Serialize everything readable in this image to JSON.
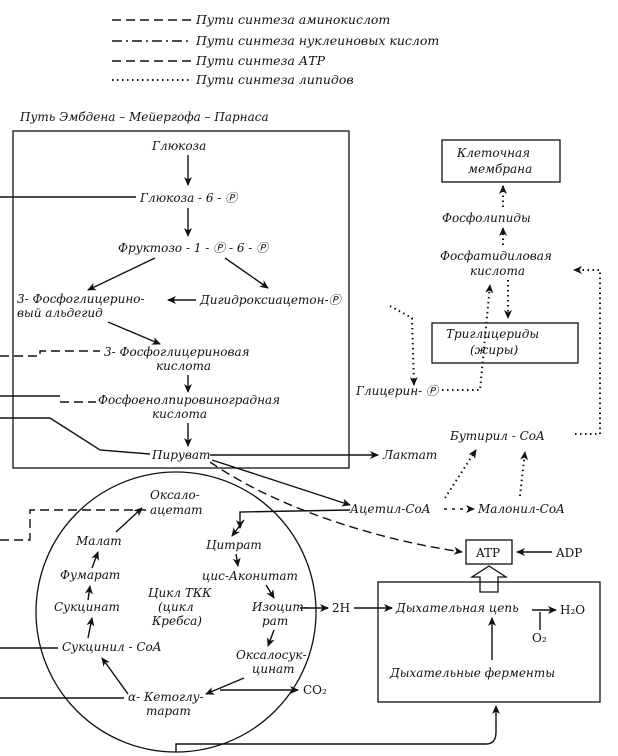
{
  "legend": [
    {
      "label": "Пути синтеза аминокислот"
    },
    {
      "label": "Пути синтеза нуклеиновых кислот"
    },
    {
      "label": "Пути синтеза АТР"
    },
    {
      "label": "Пути синтеза липидов"
    }
  ],
  "pathway_title": "Путь Эмбдена – Мейергофа – Парнаса",
  "glycolysis": {
    "glucose": "Глюкоза",
    "g6p": "Глюкоза - 6 - Ⓟ",
    "f16bp": "Фруктозо - 1 - Ⓟ - 6 - Ⓟ",
    "pga_aldehyde_1": "3- Фосфоглицерино-",
    "pga_aldehyde_2": "вый альдегид",
    "dhap": "Дигидроксиацетон-Ⓟ",
    "pga_acid_1": "3- Фосфоглицериновая",
    "pga_acid_2": "кислота",
    "pep_1": "Фосфоенолпировиноградная",
    "pep_2": "кислота",
    "pyruvate": "Пируват"
  },
  "lipids": {
    "membrane_1": "Клеточная",
    "membrane_2": "мембрана",
    "phospholipids": "Фосфолипиды",
    "pa_1": "Фосфатидиловая",
    "pa_2": "кислота",
    "tg_1": "Триглицериды",
    "tg_2": "(жиры)",
    "glycerol_p": "Глицерин- Ⓟ",
    "butyryl": "Бутирил - CoA"
  },
  "lactate": "Лактат",
  "acetyl": "Ацетил-CoA",
  "malonyl": "Малонил-CoA",
  "atp": "ATP",
  "adp": "ADP",
  "krebs": {
    "oxaloacetate_1": "Оксало-",
    "oxaloacetate_2": "ацетат",
    "citrate": "Цитрат",
    "cis_aconitate": "цис-Аконитат",
    "isocitrate_1": "Изоцит-",
    "isocitrate_2": "рат",
    "oxalosuccinate_1": "Оксалосук-",
    "oxalosuccinate_2": "цинат",
    "ketoglutarate_1": "α- Кетоглу-",
    "ketoglutarate_2": "тарат",
    "succinyl": "Сукцинил - CoA",
    "succinate": "Сукцинат",
    "fumarate": "Фумарат",
    "malate": "Малат",
    "cycle_1": "Цикл ТКК",
    "cycle_2": "(цикл",
    "cycle_3": "Кребса)"
  },
  "co2": "CO₂",
  "twoH": "2H",
  "respiratory": {
    "chain": "Дыхательная цепь",
    "h2o": "H₂O",
    "o2": "O₂",
    "enzymes": "Дыхательные ферменты"
  }
}
